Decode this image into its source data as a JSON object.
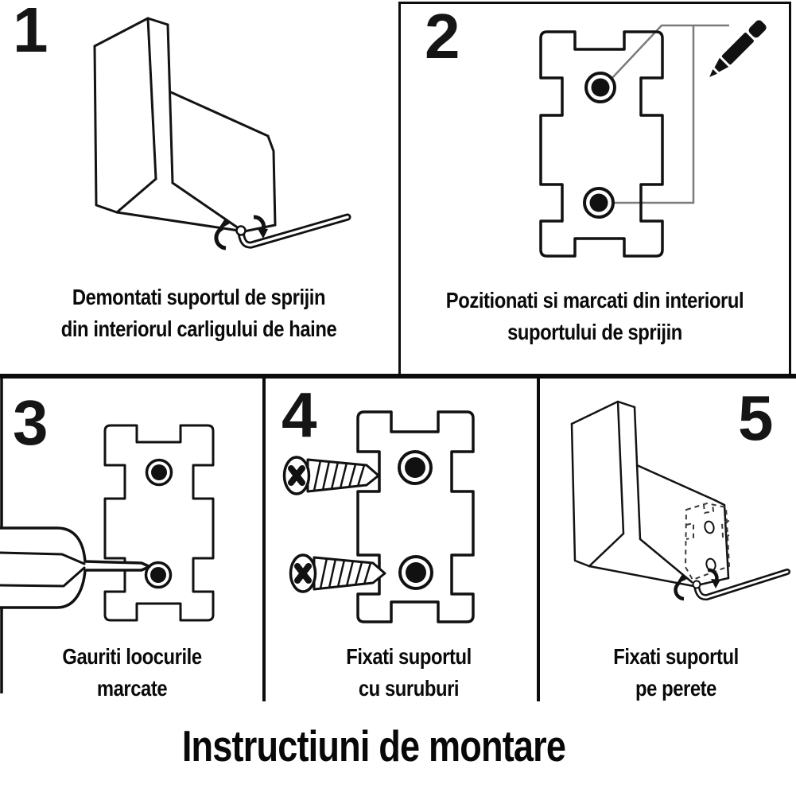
{
  "title": "Instructiuni de montare",
  "steps": [
    {
      "number": "1",
      "caption_line1": "Demontati suportul de sprijin",
      "caption_line2": "din interiorul carligului de haine",
      "icon": "coat-hook-3d-with-allen-key"
    },
    {
      "number": "2",
      "caption_line1": "Pozitionati si marcati din interiorul",
      "caption_line2": "suportului de sprijin",
      "icon": "mounting-plate-with-pencil"
    },
    {
      "number": "3",
      "caption_line1": "Gauriti loocurile",
      "caption_line2": "marcate",
      "icon": "mounting-plate-with-drill"
    },
    {
      "number": "4",
      "caption_line1": "Fixati suportul",
      "caption_line2": "cu suruburi",
      "icon": "mounting-plate-with-screws"
    },
    {
      "number": "5",
      "caption_line1": "Fixati suportul",
      "caption_line2": "pe perete",
      "icon": "coat-hook-3d-on-wall-with-allen-key"
    }
  ],
  "colors": {
    "ink": "#111111",
    "guide_gray": "#7b7b7b",
    "background": "#ffffff"
  }
}
